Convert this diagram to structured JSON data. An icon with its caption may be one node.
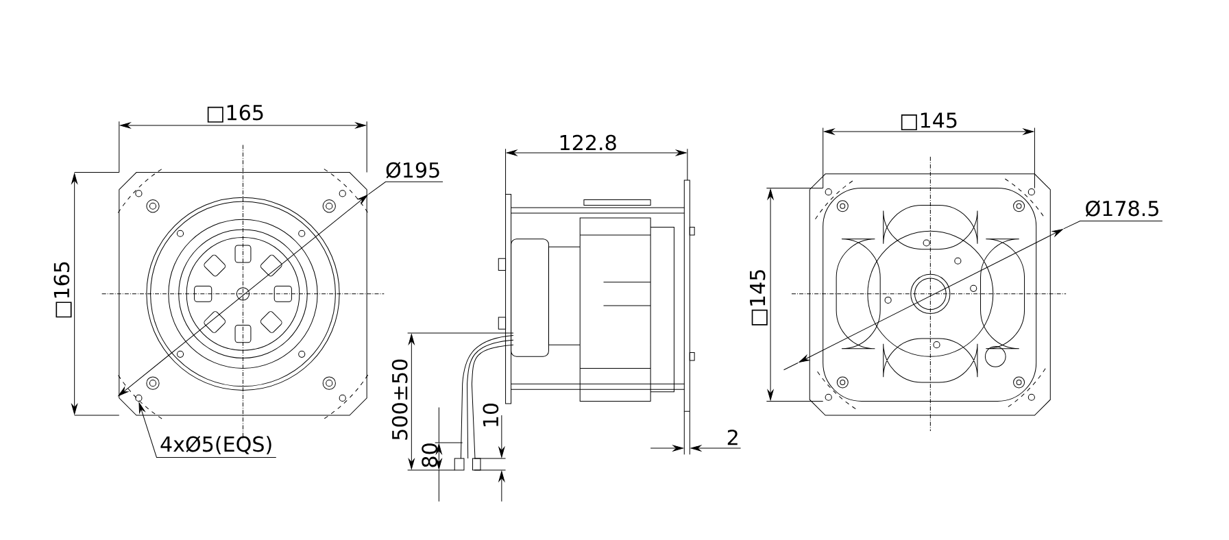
{
  "diagram": {
    "nodes": [
      {
        "text": [
          "4xØ5(EQS)"
        ]
      },
      {
        "text": [],
        "shape": "circle"
      }
    ],
    "edges": [
      {
        "from": 0,
        "to": 1,
        "arrow": "to"
      }
    ],
    "labels": [
      "□165",
      "122.8",
      "□145",
      "Ø195",
      "Ø178.5",
      "□165",
      "□145",
      "500±50",
      "10",
      "2",
      "80"
    ]
  }
}
